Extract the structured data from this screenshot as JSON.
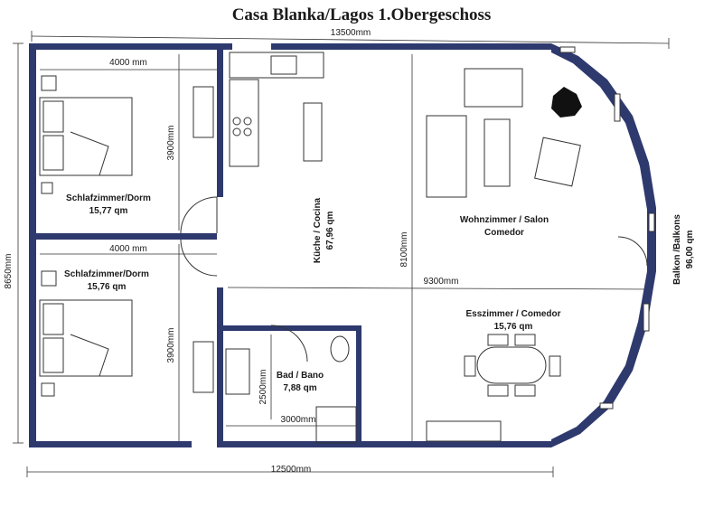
{
  "title": "Casa Blanka/Lagos 1.Obergeschoss",
  "dimensions": {
    "top_width": "13500mm",
    "bottom_width": "12500mm",
    "left_height": "8650mm",
    "bedroom_top_width": "4000 mm",
    "bedroom_bottom_width": "4000 mm",
    "bedroom_top_height": "3900mm",
    "bedroom_bottom_height": "3900mm",
    "kitchen_height": "8100mm",
    "living_width": "9300mm",
    "bath_width": "3000mm",
    "bath_height": "2500mm"
  },
  "rooms": {
    "bedroom1": {
      "name": "Schlafzimmer/Dorm",
      "area": "15,77 qm"
    },
    "bedroom2": {
      "name": "Schlafzimmer/Dorm",
      "area": "15,76 qm"
    },
    "kitchen": {
      "name": "Küche / Cocina",
      "area": "67,96 qm"
    },
    "living": {
      "name": "Wohnzimmer / Salon",
      "sub": "Comedor"
    },
    "dining": {
      "name": "Esszimmer / Comedor",
      "area": "15,76 qm"
    },
    "bath": {
      "name": "Bad / Bano",
      "area": "7,88 qm"
    },
    "balcony": {
      "name": "Balkon /Balkons",
      "area": "96,00 qm"
    }
  },
  "colors": {
    "wall": "#2e3a6e",
    "line": "#333333"
  }
}
